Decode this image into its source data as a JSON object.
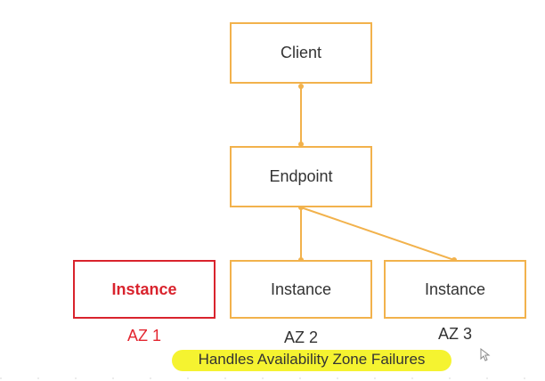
{
  "nodes": {
    "client": "Client",
    "endpoint": "Endpoint",
    "instance_az1": "Instance",
    "instance_az2": "Instance",
    "instance_az3": "Instance"
  },
  "zones": {
    "az1": "AZ 1",
    "az2": "AZ 2",
    "az3": "AZ 3"
  },
  "caption": "Handles Availability Zone Failures",
  "colors": {
    "box_border": "#f2b24c",
    "link": "#f2b24c",
    "failed": "#d9232d",
    "highlight": "#f4f21a"
  }
}
